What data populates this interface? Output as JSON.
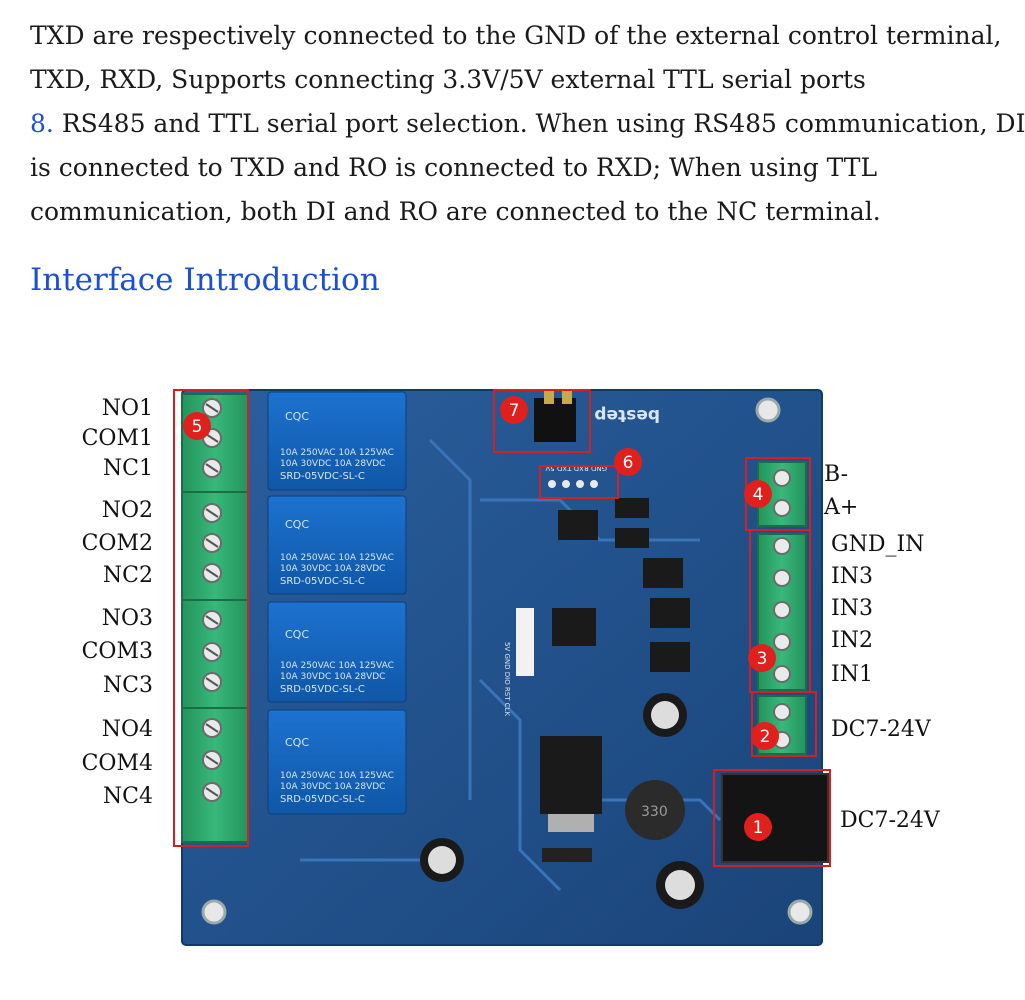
{
  "document": {
    "lines": [
      "TXD are respectively connected to the GND of the external control terminal,",
      "TXD, RXD, Supports connecting 3.3V/5V external TTL serial ports"
    ],
    "item8": {
      "number": "8.",
      "first_line": "RS485 and TTL serial port selection. When using RS485 communication, DI",
      "line2": "is connected to TXD and RO is connected to RXD; When using TTL",
      "line3": "communication, both DI and RO are connected to the NC terminal."
    },
    "heading": "Interface Introduction"
  },
  "figure": {
    "left_labels": [
      "NO1",
      "COM1",
      "NC1",
      "NO2",
      "COM2",
      "NC2",
      "NO3",
      "COM3",
      "NC3",
      "NO4",
      "COM4",
      "NC4"
    ],
    "right_labels": {
      "rs485": [
        "B-",
        "A+"
      ],
      "inputs": [
        "GND_IN",
        "IN3",
        "IN3",
        "IN2",
        "IN1"
      ],
      "dc_terminal": "DC7-24V",
      "dc_jack": "DC7-24V"
    },
    "callouts": [
      "1",
      "2",
      "3",
      "4",
      "5",
      "6",
      "7"
    ],
    "board": {
      "brand": "bestep",
      "relay_model": "SRD-05VDC-SL-C",
      "relay_rating_1": "10A 250VAC  10A 125VAC",
      "relay_rating_2": "10A  30VDC  10A  28VDC",
      "relay_cert": "CQC",
      "inductor_marking": "330",
      "header_pins": "5V GND DIO RST CLK",
      "serial_pins": "GND RXD TXD 5V"
    },
    "colors": {
      "board": "#1f4e8c",
      "terminal": "#2fa86f",
      "relay": "#1565c0",
      "callout": "#e0201c",
      "callout_box": "#d61f1f"
    }
  }
}
